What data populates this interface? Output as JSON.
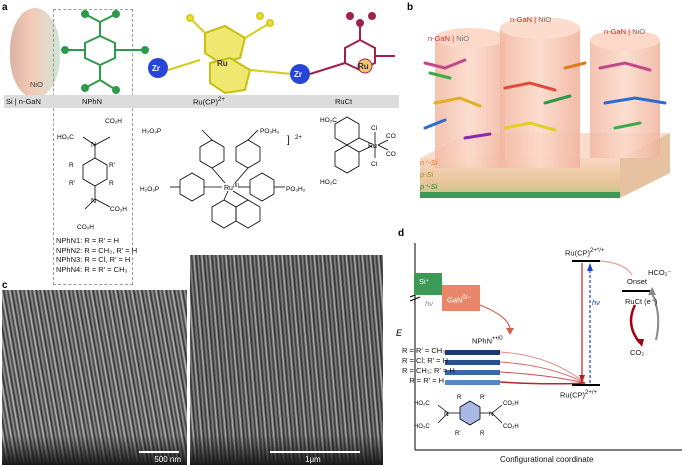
{
  "panels": {
    "a": "a",
    "b": "b",
    "c": "c",
    "d": "d"
  },
  "panel_a": {
    "strip": {
      "left": "Si",
      "mid": "n-GaN",
      "nphn": "NPhN",
      "rucp": "Ru(CP)",
      "rucp_charge": "2+",
      "ruct": "RuCt"
    },
    "nio": "NiO",
    "atoms": {
      "zr1": "Zr",
      "zr2": "Zr",
      "ru1": "Ru",
      "ru2": "Ru"
    },
    "variants": [
      "NPhN1: R = R′ = H",
      "NPhN2: R = CH₃, R′ = H",
      "NPhN3: R = Cl, R′ = H",
      "NPhN4: R = R′ = CH₃"
    ],
    "chem": {
      "co2h": "CO₂H",
      "ho2c": "HO₂C",
      "r": "R",
      "rp": "R′",
      "n": "N",
      "po3h2": "PO₃H₂",
      "h2o3p": "H₂O₃P",
      "ru_ii": "Ru",
      "ox": "(II)",
      "co": "CO",
      "cl": "Cl",
      "charge": "2+"
    }
  },
  "panel_b": {
    "pillar_label": "n-GaN",
    "pillar_sep": "NiO",
    "layers": {
      "n": "n⁺-Si",
      "p": "p-Si",
      "pp": "p⁺-Si"
    }
  },
  "panel_c": {
    "scale1": "500 nm",
    "scale2": "1μm"
  },
  "panel_d": {
    "si": "Si⁺",
    "gan": "GaN",
    "gan_sup": "0/−",
    "hv1": "hν",
    "hv2": "hν",
    "nphn": "NPhN",
    "nphn_sup": "+•/0",
    "levels": [
      "R = R′ = CH₃",
      "R = Cl; R′ = H",
      "R = CH₃; R′ = H",
      "R = R′ = H"
    ],
    "rucp_top": "Ru(CP)",
    "rucp_top_sup": "2+*/+",
    "rucp_bot": "Ru(CP)",
    "rucp_bot_sup": "2+/+",
    "onset": "Onset",
    "ruct_e": "RuCt (e⁻)",
    "hco2": "HCO₂⁻",
    "co2": "CO₂",
    "y_axis": "E",
    "x_axis": "Configurational coordinate"
  },
  "colors": {
    "gan": "#e9866a",
    "si": "#3d9a56",
    "pillar": "#f6c4b1",
    "zr": "#2845d8",
    "ru_yellow": "#e9e233",
    "ru_red": "#a0204f",
    "nphn": "#2e9a4a"
  }
}
